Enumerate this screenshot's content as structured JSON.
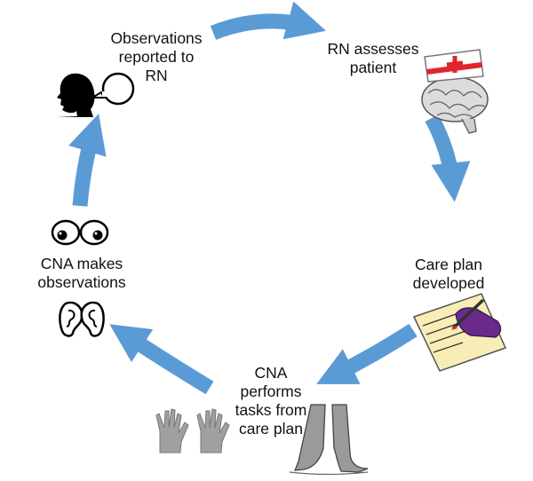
{
  "colors": {
    "arrow": "#5b9bd5",
    "text": "#111111",
    "paper": "#f8edb6",
    "glove_purple": "#6a2a8a",
    "nurse_cross": "#e0262c"
  },
  "steps": [
    {
      "lines": [
        "Observations",
        "reported to",
        "RN"
      ],
      "icon": "speaking-head-icon"
    },
    {
      "lines": [
        "RN assesses",
        "patient"
      ],
      "icon": "nurse-brain-icon"
    },
    {
      "lines": [
        "Care plan",
        "developed"
      ],
      "icon": "writing-hand-icon"
    },
    {
      "lines": [
        "CNA",
        "performs",
        "tasks from",
        "care plan"
      ],
      "icon": "hands-and-feet-icon"
    },
    {
      "lines": [
        "CNA makes",
        "observations"
      ],
      "icon": "eyes-and-ears-icon"
    }
  ]
}
